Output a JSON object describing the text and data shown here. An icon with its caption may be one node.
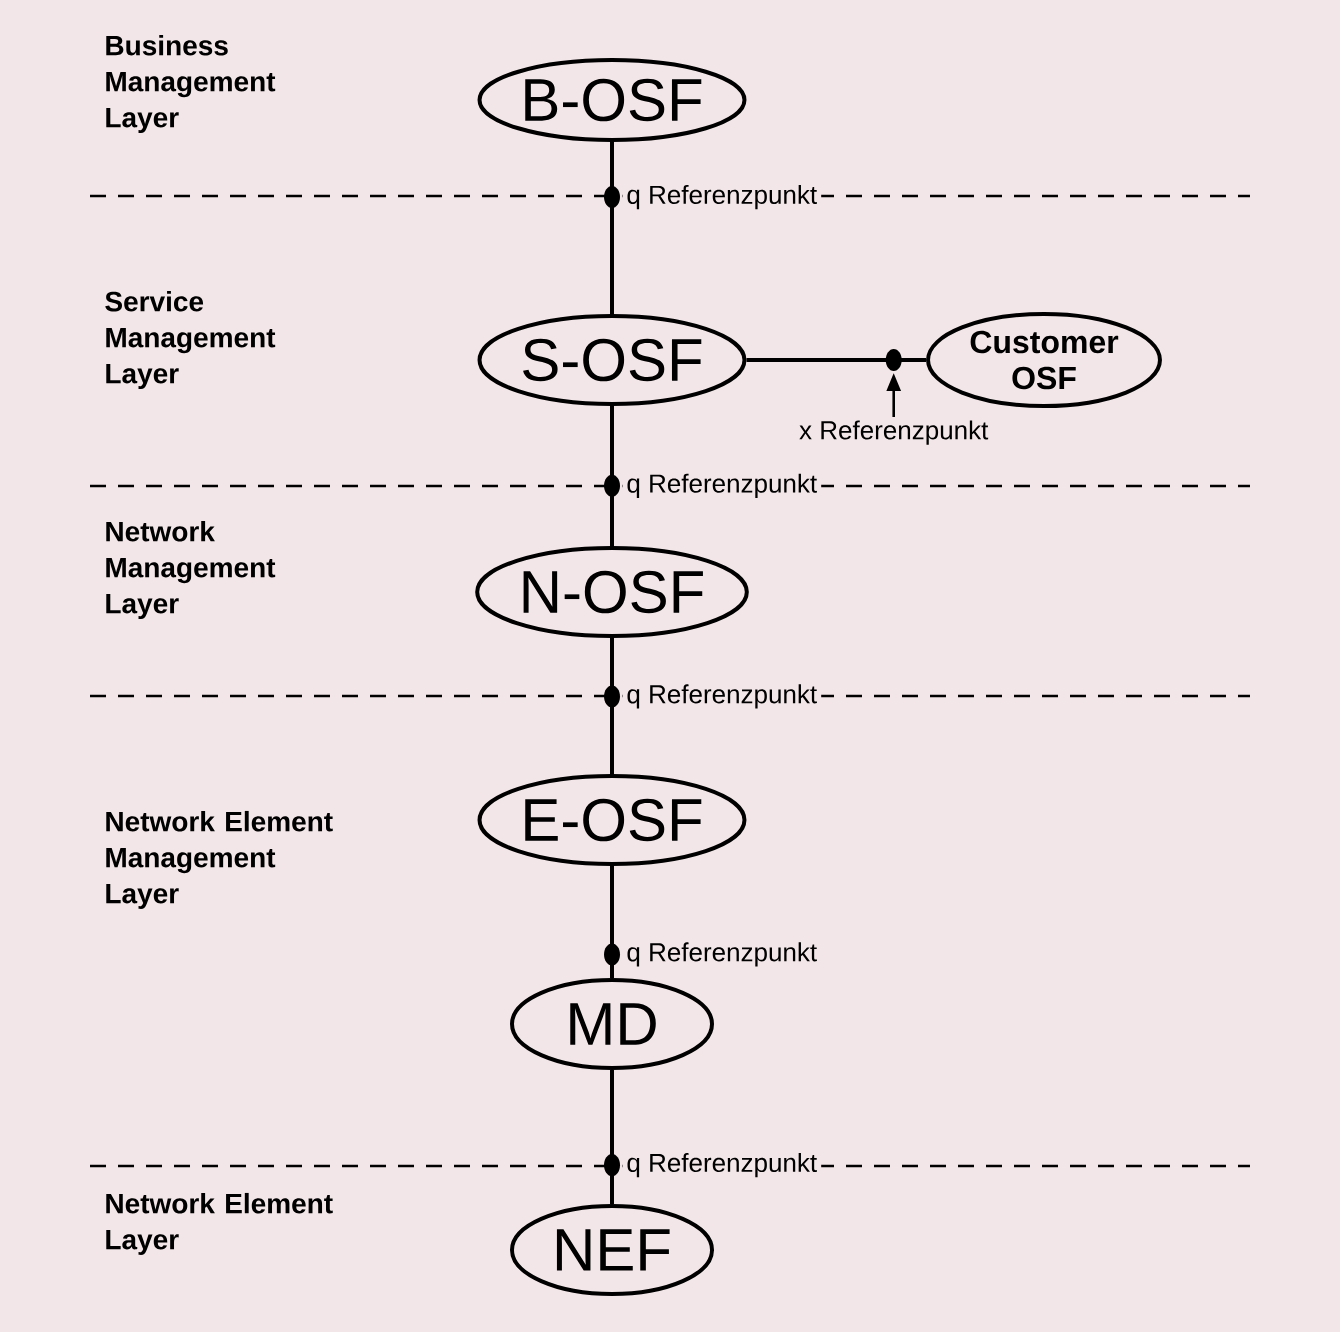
{
  "diagram": {
    "nodes": [
      {
        "text": [
          "B-OSF"
        ]
      },
      {
        "text": [
          "S-OSF"
        ]
      },
      {
        "text": [
          "Customer OSF"
        ]
      },
      {
        "text": [
          "N-OSF"
        ]
      },
      {
        "text": [
          "E-OSF"
        ]
      },
      {
        "text": [
          "MD"
        ]
      },
      {
        "text": [
          "NEF"
        ]
      }
    ],
    "edges": [
      {
        "from": 0,
        "to": 1,
        "arrow": "none",
        "label": "q Referenzpunkt"
      },
      {
        "from": 1,
        "to": 3,
        "arrow": "none",
        "label": "q Referenzpunkt"
      },
      {
        "from": 3,
        "to": 4,
        "arrow": "none",
        "label": "q Referenzpunkt"
      },
      {
        "from": 4,
        "to": 5,
        "arrow": "none",
        "label": "q Referenzpunkt"
      },
      {
        "from": 5,
        "to": 6,
        "arrow": "none",
        "label": "q Referenzpunkt"
      },
      {
        "from": 1,
        "to": 2,
        "arrow": "none",
        "label": "x Referenzpunkt"
      }
    ],
    "labels": [
      "Business Management Layer",
      "Service Management Layer",
      "Network Management Layer",
      "Network Element Management Layer",
      "Network Element Layer"
    ]
  }
}
